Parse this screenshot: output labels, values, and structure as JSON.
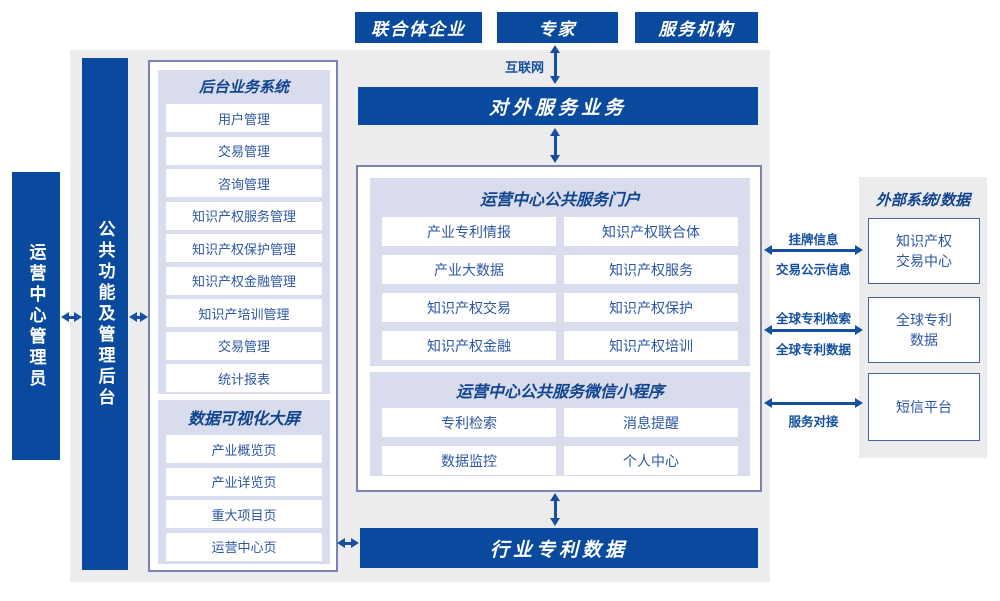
{
  "colors": {
    "primary_blue": "#0a4a9e",
    "arrow_blue": "#14509f",
    "panel_lavender": "#d9dcec",
    "background_gray": "#ececee",
    "panel_border_slate": "#7b82ae",
    "item_text_blue": "#2b57a5",
    "title_text_blue": "#10448f"
  },
  "actors": [
    "联合体企业",
    "专家",
    "服务机构"
  ],
  "labels": {
    "internet": "互联网"
  },
  "bars": {
    "external_service": "对外服务业务",
    "industry_patent": "行业专利数据",
    "admin": "运营中心管理员",
    "backend_admin": "公共功能及管理后台"
  },
  "backend_panel": {
    "title": "后台业务系统",
    "items": [
      "用户管理",
      "交易管理",
      "咨询管理",
      "知识产权服务管理",
      "知识产权保护管理",
      "知识产权金融管理",
      "知识产培训管理",
      "交易管理",
      "统计报表"
    ]
  },
  "dashboard_panel": {
    "title": "数据可视化大屏",
    "items": [
      "产业概览页",
      "产业详览页",
      "重大项目页",
      "运营中心页"
    ]
  },
  "portal_panel": {
    "title": "运营中心公共服务门户",
    "items": [
      "产业专利情报",
      "知识产权联合体",
      "产业大数据",
      "知识产权服务",
      "知识产权交易",
      "知识产权保护",
      "知识产权金融",
      "知识产权培训"
    ]
  },
  "miniprogram_panel": {
    "title": "运营中心公共服务微信小程序",
    "items": [
      "专利检索",
      "消息提醒",
      "数据监控",
      "个人中心"
    ]
  },
  "external_panel": {
    "title": "外部系统/数据",
    "boxes": [
      [
        "知识产权",
        "交易中心"
      ],
      [
        "全球专利",
        "数据"
      ],
      [
        "短信平台"
      ]
    ]
  },
  "flow_labels": {
    "listing_info": "挂牌信息",
    "trade_public_info": "交易公示信息",
    "global_patent_search": "全球专利检索",
    "global_patent_data": "全球专利数据",
    "service_connect": "服务对接"
  }
}
